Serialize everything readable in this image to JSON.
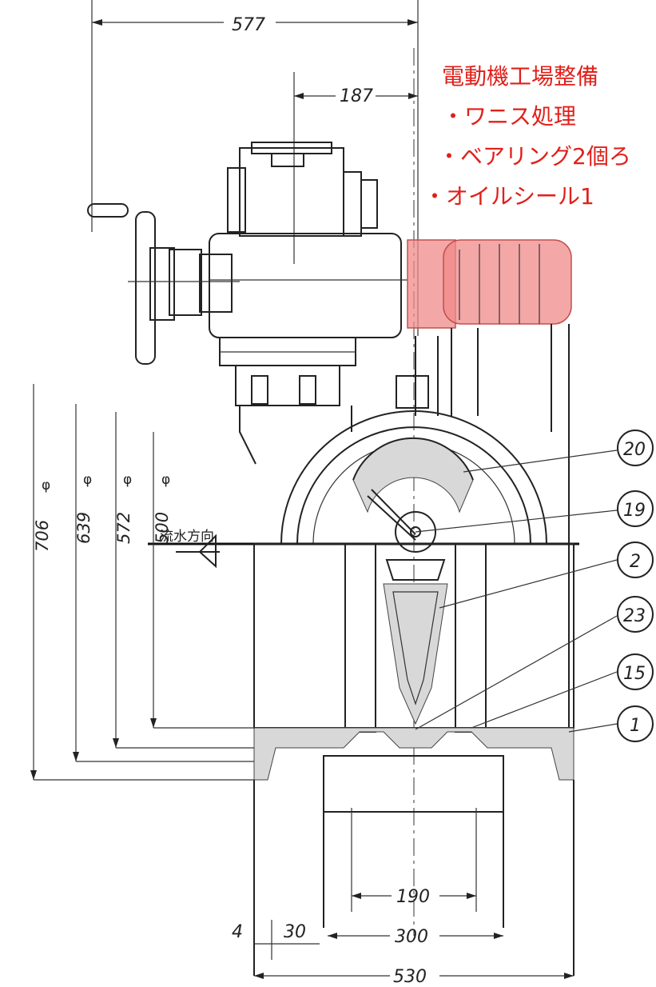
{
  "annotation": {
    "title": "電動機工場整備",
    "items": [
      "・ワニス処理",
      "・ベアリング2個ろ",
      "・オイルシール1"
    ]
  },
  "dimensions": {
    "overall_width_top": "577",
    "offset_top": "187",
    "dia_706": "706",
    "dia_639": "639",
    "dia_572": "572",
    "dia_500": "500",
    "phi": "φ",
    "bottom_190": "190",
    "bottom_300": "300",
    "bottom_530": "530",
    "bottom_4": "4",
    "bottom_30": "30"
  },
  "flow_label": "流水方向",
  "callouts": [
    "20",
    "19",
    "2",
    "23",
    "15",
    "1"
  ],
  "colors": {
    "annotation_red": "#e0201a",
    "motor_highlight": "#f08a8a"
  }
}
